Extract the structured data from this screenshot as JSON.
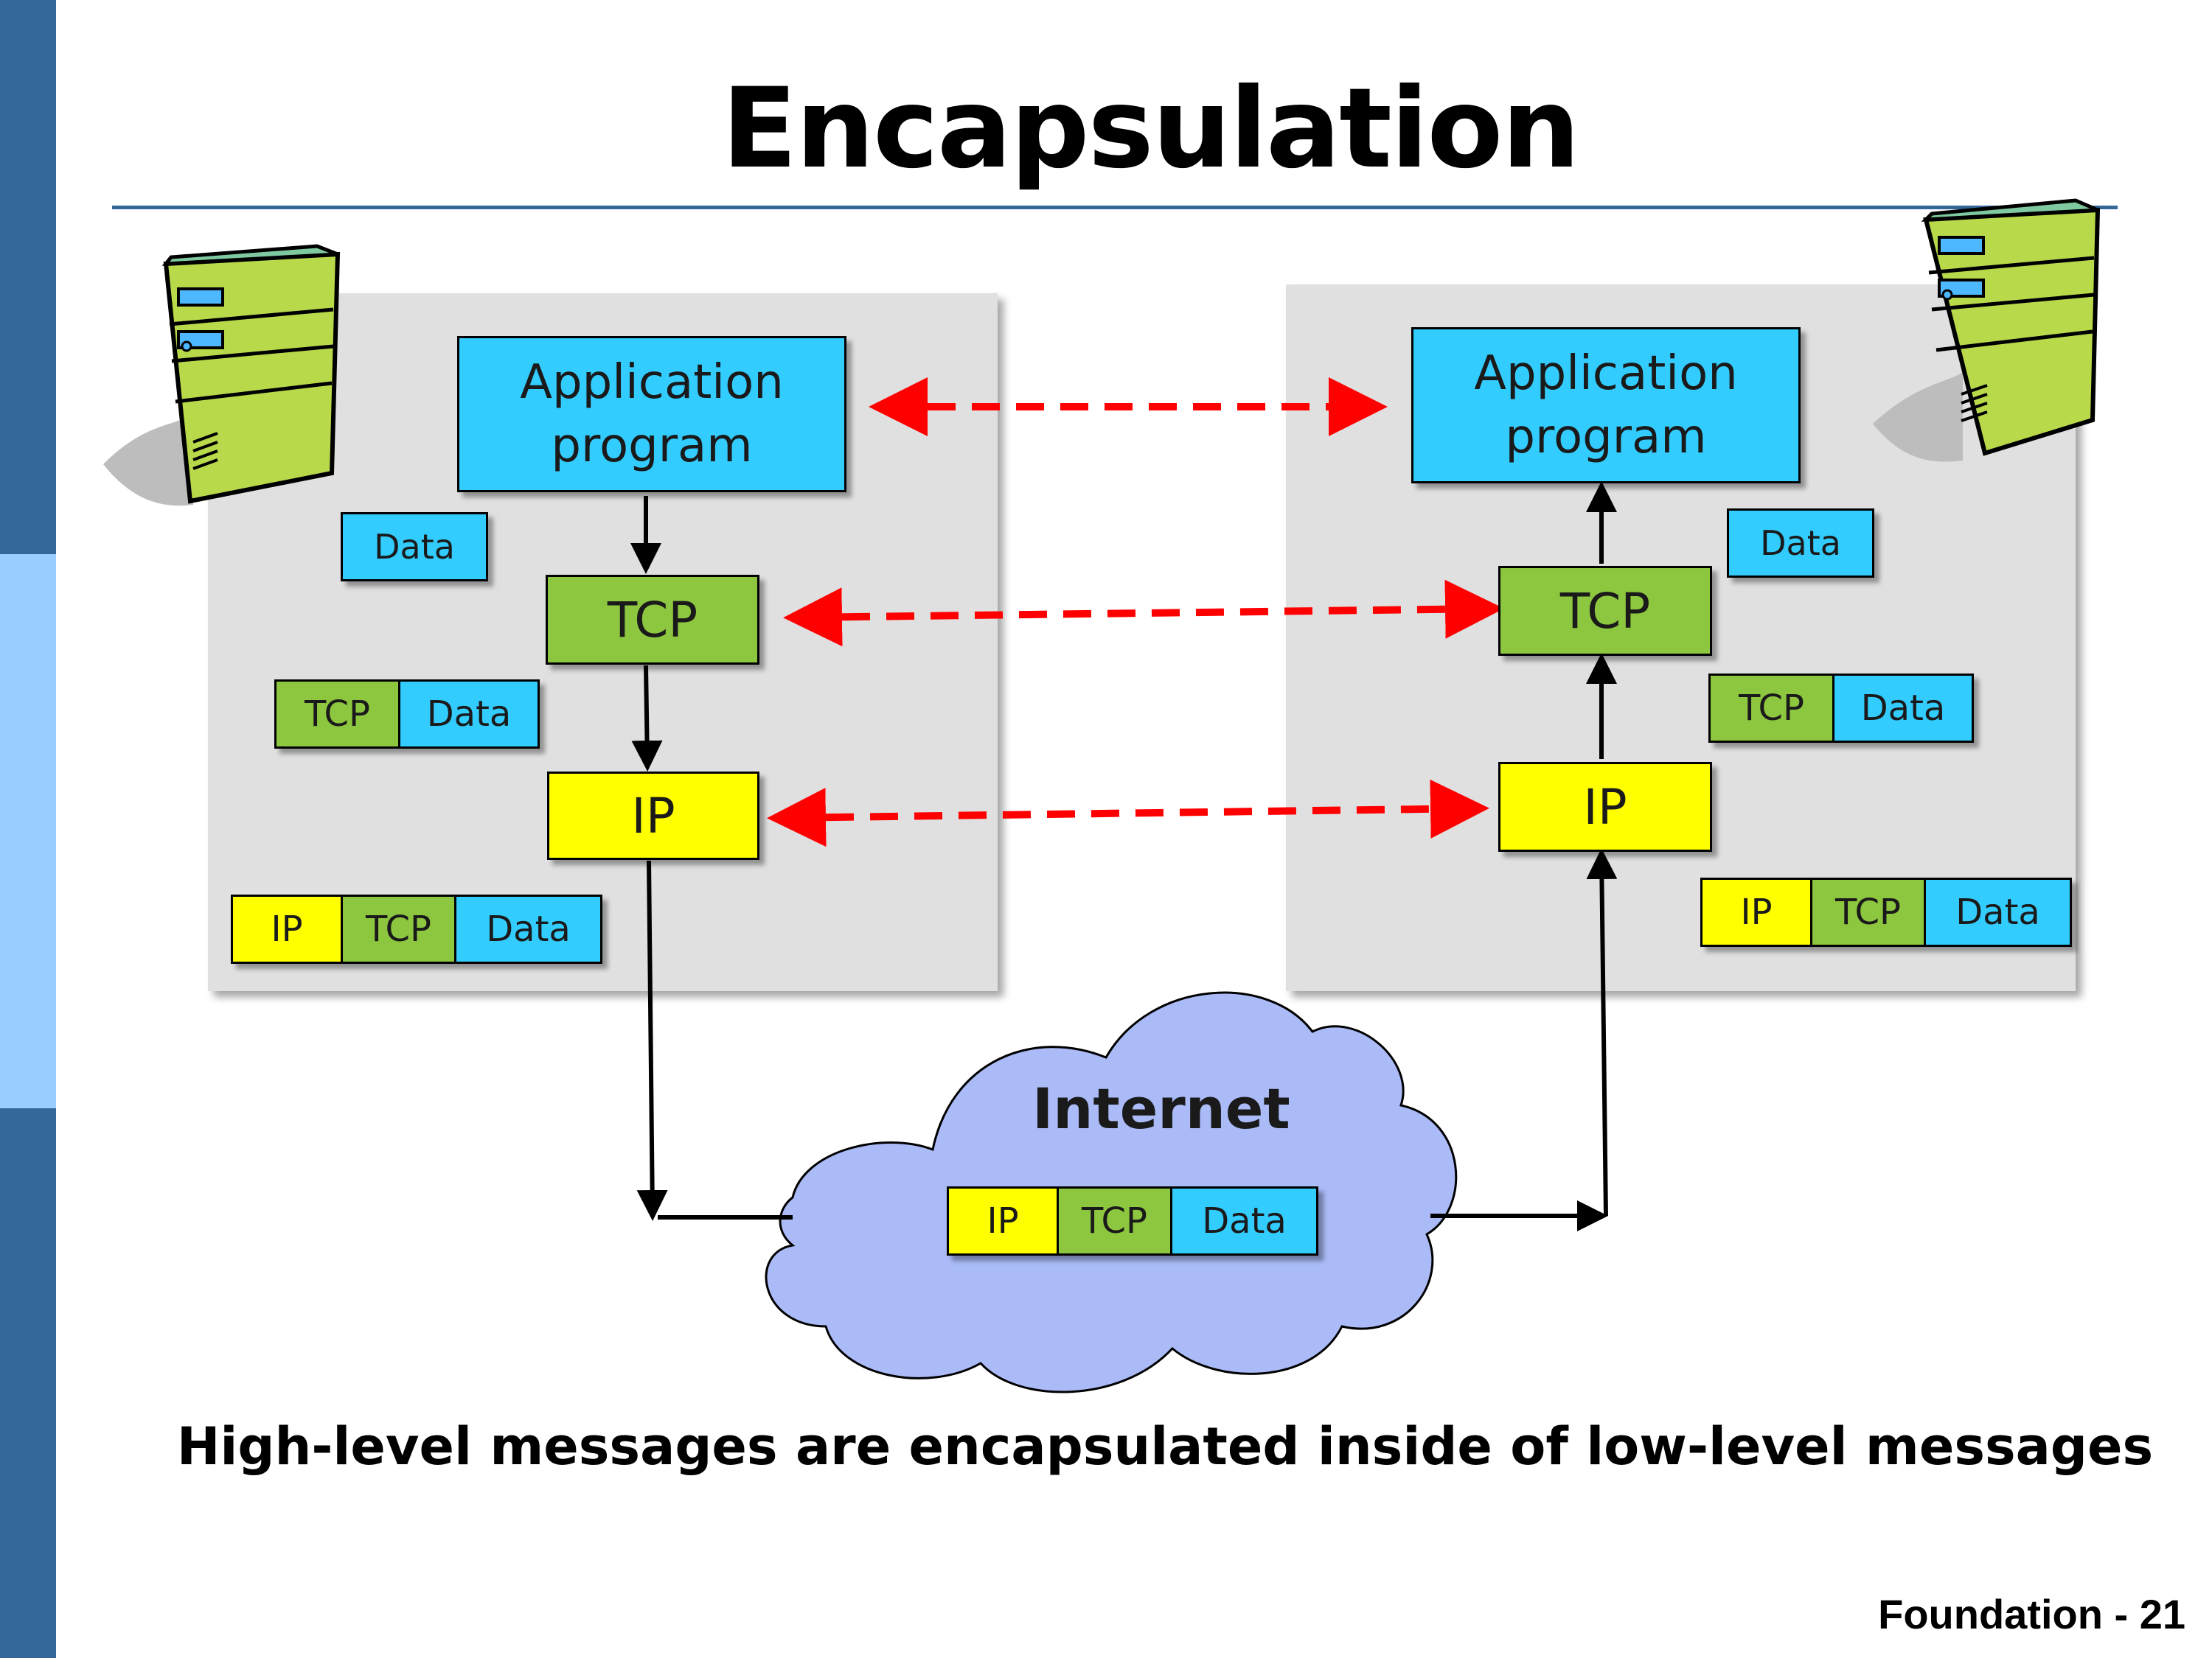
{
  "slide": {
    "title": "Encapsulation",
    "caption": "High-level messages are encapsulated inside of low-level messages",
    "footer": "Foundation - 21"
  },
  "colors": {
    "sidebar_dark": "#336699",
    "sidebar_light": "#99ccff",
    "rule": "#336699",
    "panel": "#e0e0e0",
    "application": "#33ccff",
    "tcp": "#8dc63f",
    "ip": "#ffff00",
    "data": "#33ccff",
    "cloud": "#aabbf8",
    "peer_arrow": "#ff0000"
  },
  "icons": {
    "host": "server-tower-icon"
  },
  "sender": {
    "application_label": "Application program",
    "tcp_label": "TCP",
    "ip_label": "IP",
    "data_packet": [
      "Data"
    ],
    "tcp_packet": [
      "TCP",
      "Data"
    ],
    "ip_packet": [
      "IP",
      "TCP",
      "Data"
    ]
  },
  "receiver": {
    "application_label": "Application program",
    "tcp_label": "TCP",
    "ip_label": "IP",
    "data_packet": [
      "Data"
    ],
    "tcp_packet": [
      "TCP",
      "Data"
    ],
    "ip_packet": [
      "IP",
      "TCP",
      "Data"
    ]
  },
  "network": {
    "label": "Internet",
    "packet": [
      "IP",
      "TCP",
      "Data"
    ]
  }
}
